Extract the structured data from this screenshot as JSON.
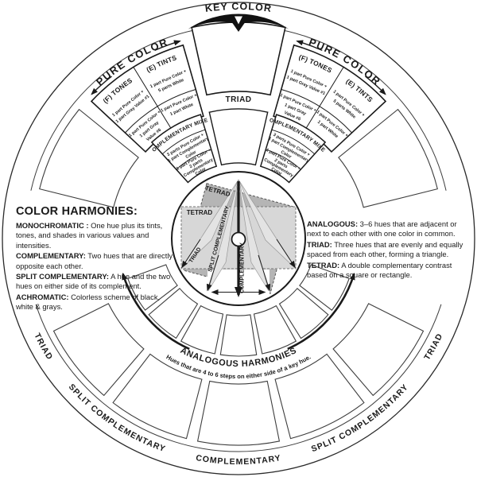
{
  "colors": {
    "ink": "#1a1a1a",
    "tetrad_square_fill": "#b5b5b5",
    "tetrad_rect_fill": "#d7d7d7",
    "dart_fill": "#e3e3e3"
  },
  "wheel": {
    "key_color": "KEY COLOR",
    "pure_color": "PURE COLOR",
    "triad_top": "TRIAD",
    "tones": {
      "header": "(F) TONES",
      "row1": [
        "1 part Pure Color +",
        "1 part Gray Value #1"
      ],
      "row2": [
        "1 part Pure Color +",
        "1 part Gray",
        "Value #6"
      ]
    },
    "tints": {
      "header": "(E) TINTS",
      "row1": [
        "1 part Pure Color +",
        "5 parts White"
      ],
      "row2": [
        "1 part Pure Color +",
        "1 part White"
      ]
    },
    "mixes": {
      "header": "COMPLEMENTARY MIXES",
      "row1": [
        "3 parts Pure Color +",
        "1 part Complementary",
        "Color"
      ],
      "row2": [
        "1 part Pure Color +",
        "2 parts",
        "Complementary",
        "Color"
      ]
    },
    "center": {
      "tetrad": "TETRAD",
      "triad": "TRIAD",
      "split": "SPLIT COMPLEMENTARY",
      "complementary": "COMPLEMENTARY"
    },
    "analogous": {
      "title": "ANALOGOUS HARMONIES",
      "subtitle": "Hues that are 4 to 6 steps on either side of a key hue."
    },
    "band": {
      "triad": "TRIAD",
      "split": "SPLIT COMPLEMENTARY",
      "complementary": "COMPLEMENTARY"
    }
  },
  "left_block": {
    "title": "COLOR HARMONIES:",
    "items": [
      {
        "term": "MONOCHROMATIC :",
        "def": " One hue plus its tints, tones, and shades in various values and intensities."
      },
      {
        "term": "COMPLEMENTARY:",
        "def": " Two hues that are directly opposite each other."
      },
      {
        "term": "SPLIT COMPLEMENTARY:",
        "def": " A hue and the two hues on either side of its complement."
      },
      {
        "term": "ACHROMATIC:",
        "def": " Colorless scheme of black, white & grays."
      }
    ]
  },
  "right_block": {
    "items": [
      {
        "term": "ANALOGOUS:",
        "def": " 3–6 hues that are adjacent or next to each other with one color in common."
      },
      {
        "term": "TRIAD:",
        "def": " Three hues that are evenly and equally spaced from each other, forming a triangle."
      },
      {
        "term": "TETRAD:",
        "def": " A double complementary contrast based on a square or rectangle."
      }
    ]
  }
}
